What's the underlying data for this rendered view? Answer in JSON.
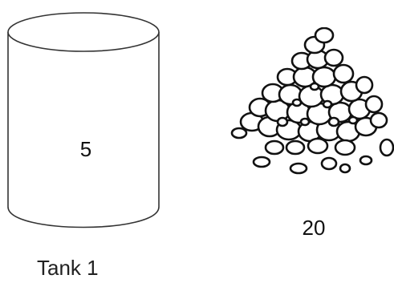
{
  "tank": {
    "value": "5",
    "caption": "Tank 1"
  },
  "rocks": {
    "value": "20"
  }
}
